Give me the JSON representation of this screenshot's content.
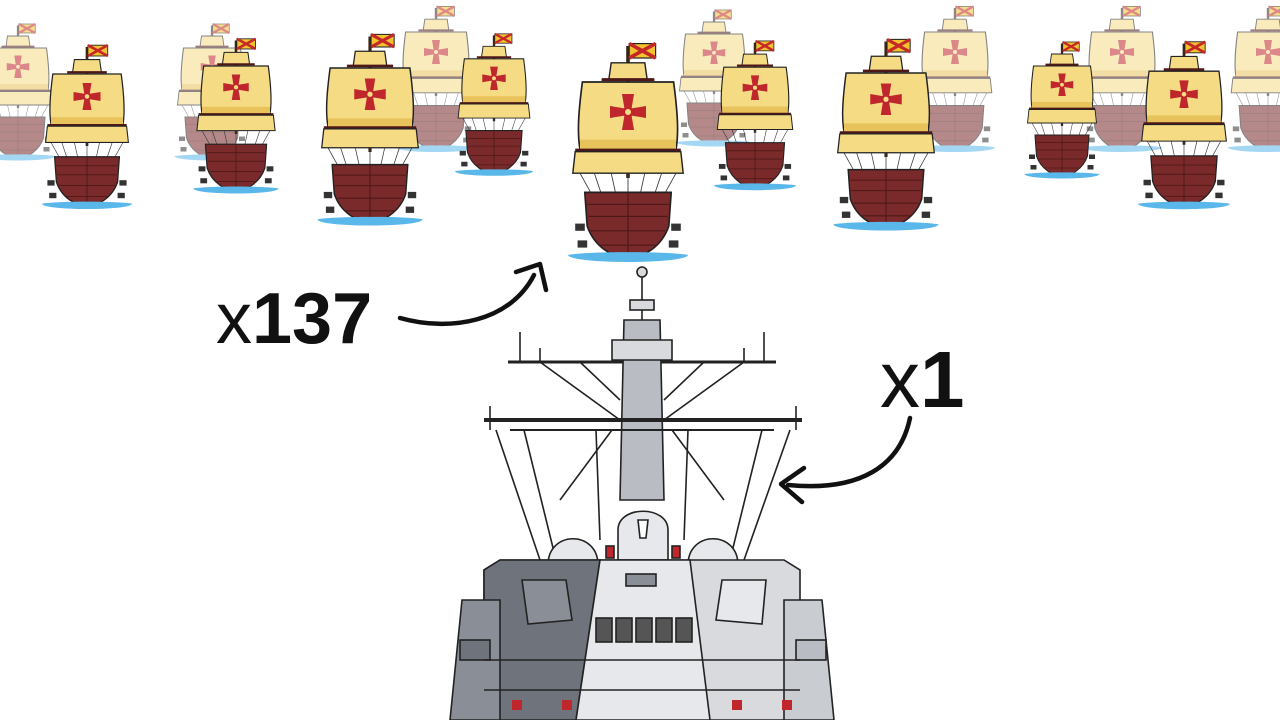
{
  "labels": {
    "galleons": {
      "prefix": "x",
      "count": "137"
    },
    "destroyer": {
      "prefix": "x",
      "count": "1"
    }
  },
  "colors": {
    "sail": "#f5dc84",
    "sail_shade": "#e8c25a",
    "hull": "#7a2a2a",
    "hull_dark": "#4e1818",
    "cross": "#c0272d",
    "flag_red": "#c62828",
    "flag_yellow": "#f2c230",
    "water": "#5ab7ea",
    "ship_light": "#d8dade",
    "ship_mid": "#b9bcc2",
    "ship_dark": "#6f747c",
    "outline": "#222222",
    "arrow": "#111111"
  },
  "icons": [
    "galleon-icon",
    "destroyer-icon",
    "arrow-icon"
  ]
}
